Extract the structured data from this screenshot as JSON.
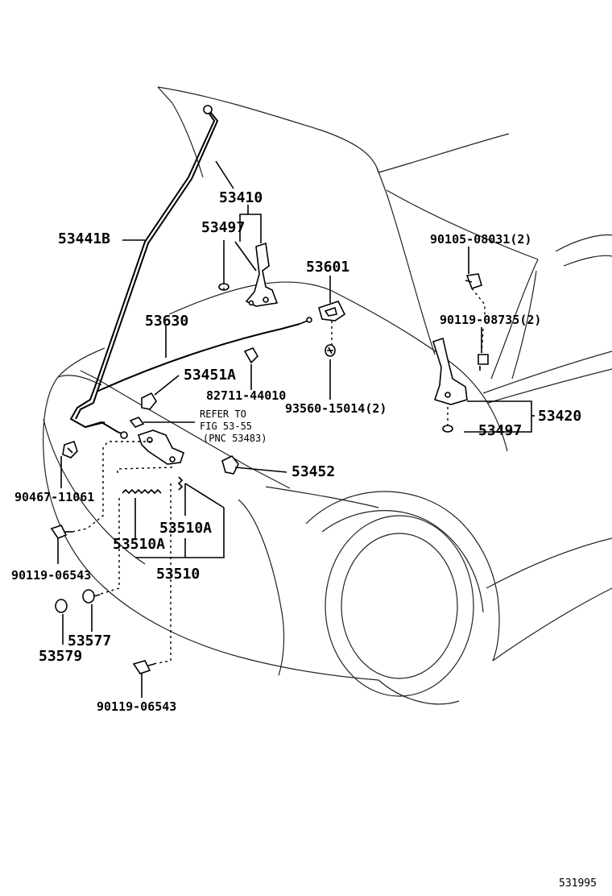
{
  "labels": {
    "p53410": "53410",
    "p53441B": "53441B",
    "p53497_top": "53497",
    "p53601": "53601",
    "p90105": "90105-08031(2)",
    "p53630": "53630",
    "p90119_08735": "90119-08735(2)",
    "p53451A": "53451A",
    "p82711": "82711-44010",
    "p93560": "93560-15014(2)",
    "p53420": "53420",
    "p53497_right": "53497",
    "refer_to": "REFER TO",
    "refer_fig": "FIG 53-55",
    "refer_pnc": "(PNC 53483)",
    "p53452": "53452",
    "p90467": "90467-11061",
    "p53510A_right": "53510A",
    "p53510A_left": "53510A",
    "p90119_06543_left": "90119-06543",
    "p53510": "53510",
    "p53577": "53577",
    "p53579": "53579",
    "p90119_06543_bottom": "90119-06543",
    "figure_id": "531995"
  }
}
